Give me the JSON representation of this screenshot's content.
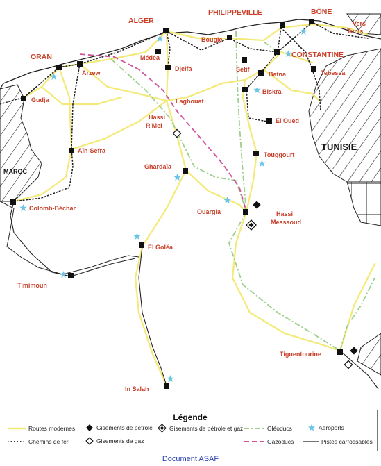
{
  "map": {
    "coast_labels": {
      "alger": "ALGER",
      "philippeville": "PHILIPPEVILLE",
      "bone": "BÔNE",
      "oran": "ORAN",
      "constantine": "CONSTANTINE"
    },
    "country_labels": {
      "tunisie": "TUNISIE",
      "maroc": "MAROC"
    },
    "cities": {
      "medea": "Médéa",
      "bougie": "Bougie",
      "setif": "Sétif",
      "arzew": "Arzew",
      "djelfa": "Djelfa",
      "batna": "Batna",
      "tebessa": "Tebessa",
      "vers_tunis": "Vers\nTunis",
      "gudja": "Gudja",
      "laghouat": "Laghouat",
      "biskra": "Biskra",
      "el_oued": "El Oued",
      "hassi_rmel": "Hassi\nR'Mel",
      "ain_sefra": "Aïn-Sefra",
      "touggourt": "Touggourt",
      "ghardaia": "Ghardaïa",
      "colomb_bechar": "Colomb-Béchar",
      "ouargla": "Ouargla",
      "hassi_messaoud": "Hassi\nMessaoud",
      "el_golea": "El Goléa",
      "timimoun": "Timimoun",
      "tiguentourine": "Tiguentourine",
      "in_salah": "In Salah"
    }
  },
  "legend": {
    "title": "Légende",
    "items": {
      "routes": "Routes modernes",
      "chemins": "Chemins de fer",
      "petrole": "Gisements de pétrole",
      "gaz": "Gisements de gaz",
      "petrole_gaz": "Gisements de pétrole et gaz",
      "oleoducs": "Oléoducs",
      "gazoducs": "Gazoducs",
      "aeroports": "Aéroports",
      "pistes": "Pistes carrossables"
    }
  },
  "credit": "Document ASAF",
  "colors": {
    "road": "#f4ea7a",
    "label": "#c8402a",
    "pipeline_oil": "#9ccf8a",
    "pipeline_gas": "#d0549b",
    "airport": "#69c5e6",
    "credit": "#2a3fb0"
  }
}
